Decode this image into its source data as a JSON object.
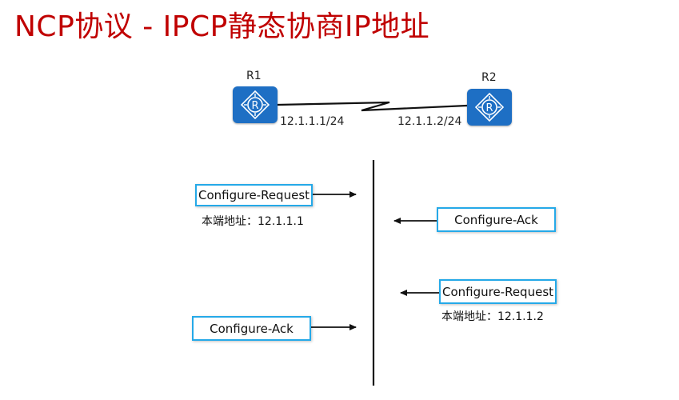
{
  "title": "NCP协议 - IPCP静态协商IP地址",
  "topology": {
    "r1": {
      "label": "R1",
      "ip": "12.1.1.1/24",
      "icon": "router-icon"
    },
    "r2": {
      "label": "R2",
      "ip": "12.1.1.2/24",
      "icon": "router-icon"
    },
    "link": "serial-link"
  },
  "messages": {
    "left_request": {
      "text": "Configure-Request",
      "address": "本端地址：12.1.1.1",
      "direction": "right"
    },
    "right_ack": {
      "text": "Configure-Ack",
      "direction": "left"
    },
    "right_request": {
      "text": "Configure-Request",
      "address": "本端地址：12.1.1.2",
      "direction": "left"
    },
    "left_ack": {
      "text": "Configure-Ack",
      "direction": "right"
    }
  },
  "colors": {
    "title": "#c00000",
    "router": "#1e6fc4",
    "box_border": "#25a9e8"
  }
}
